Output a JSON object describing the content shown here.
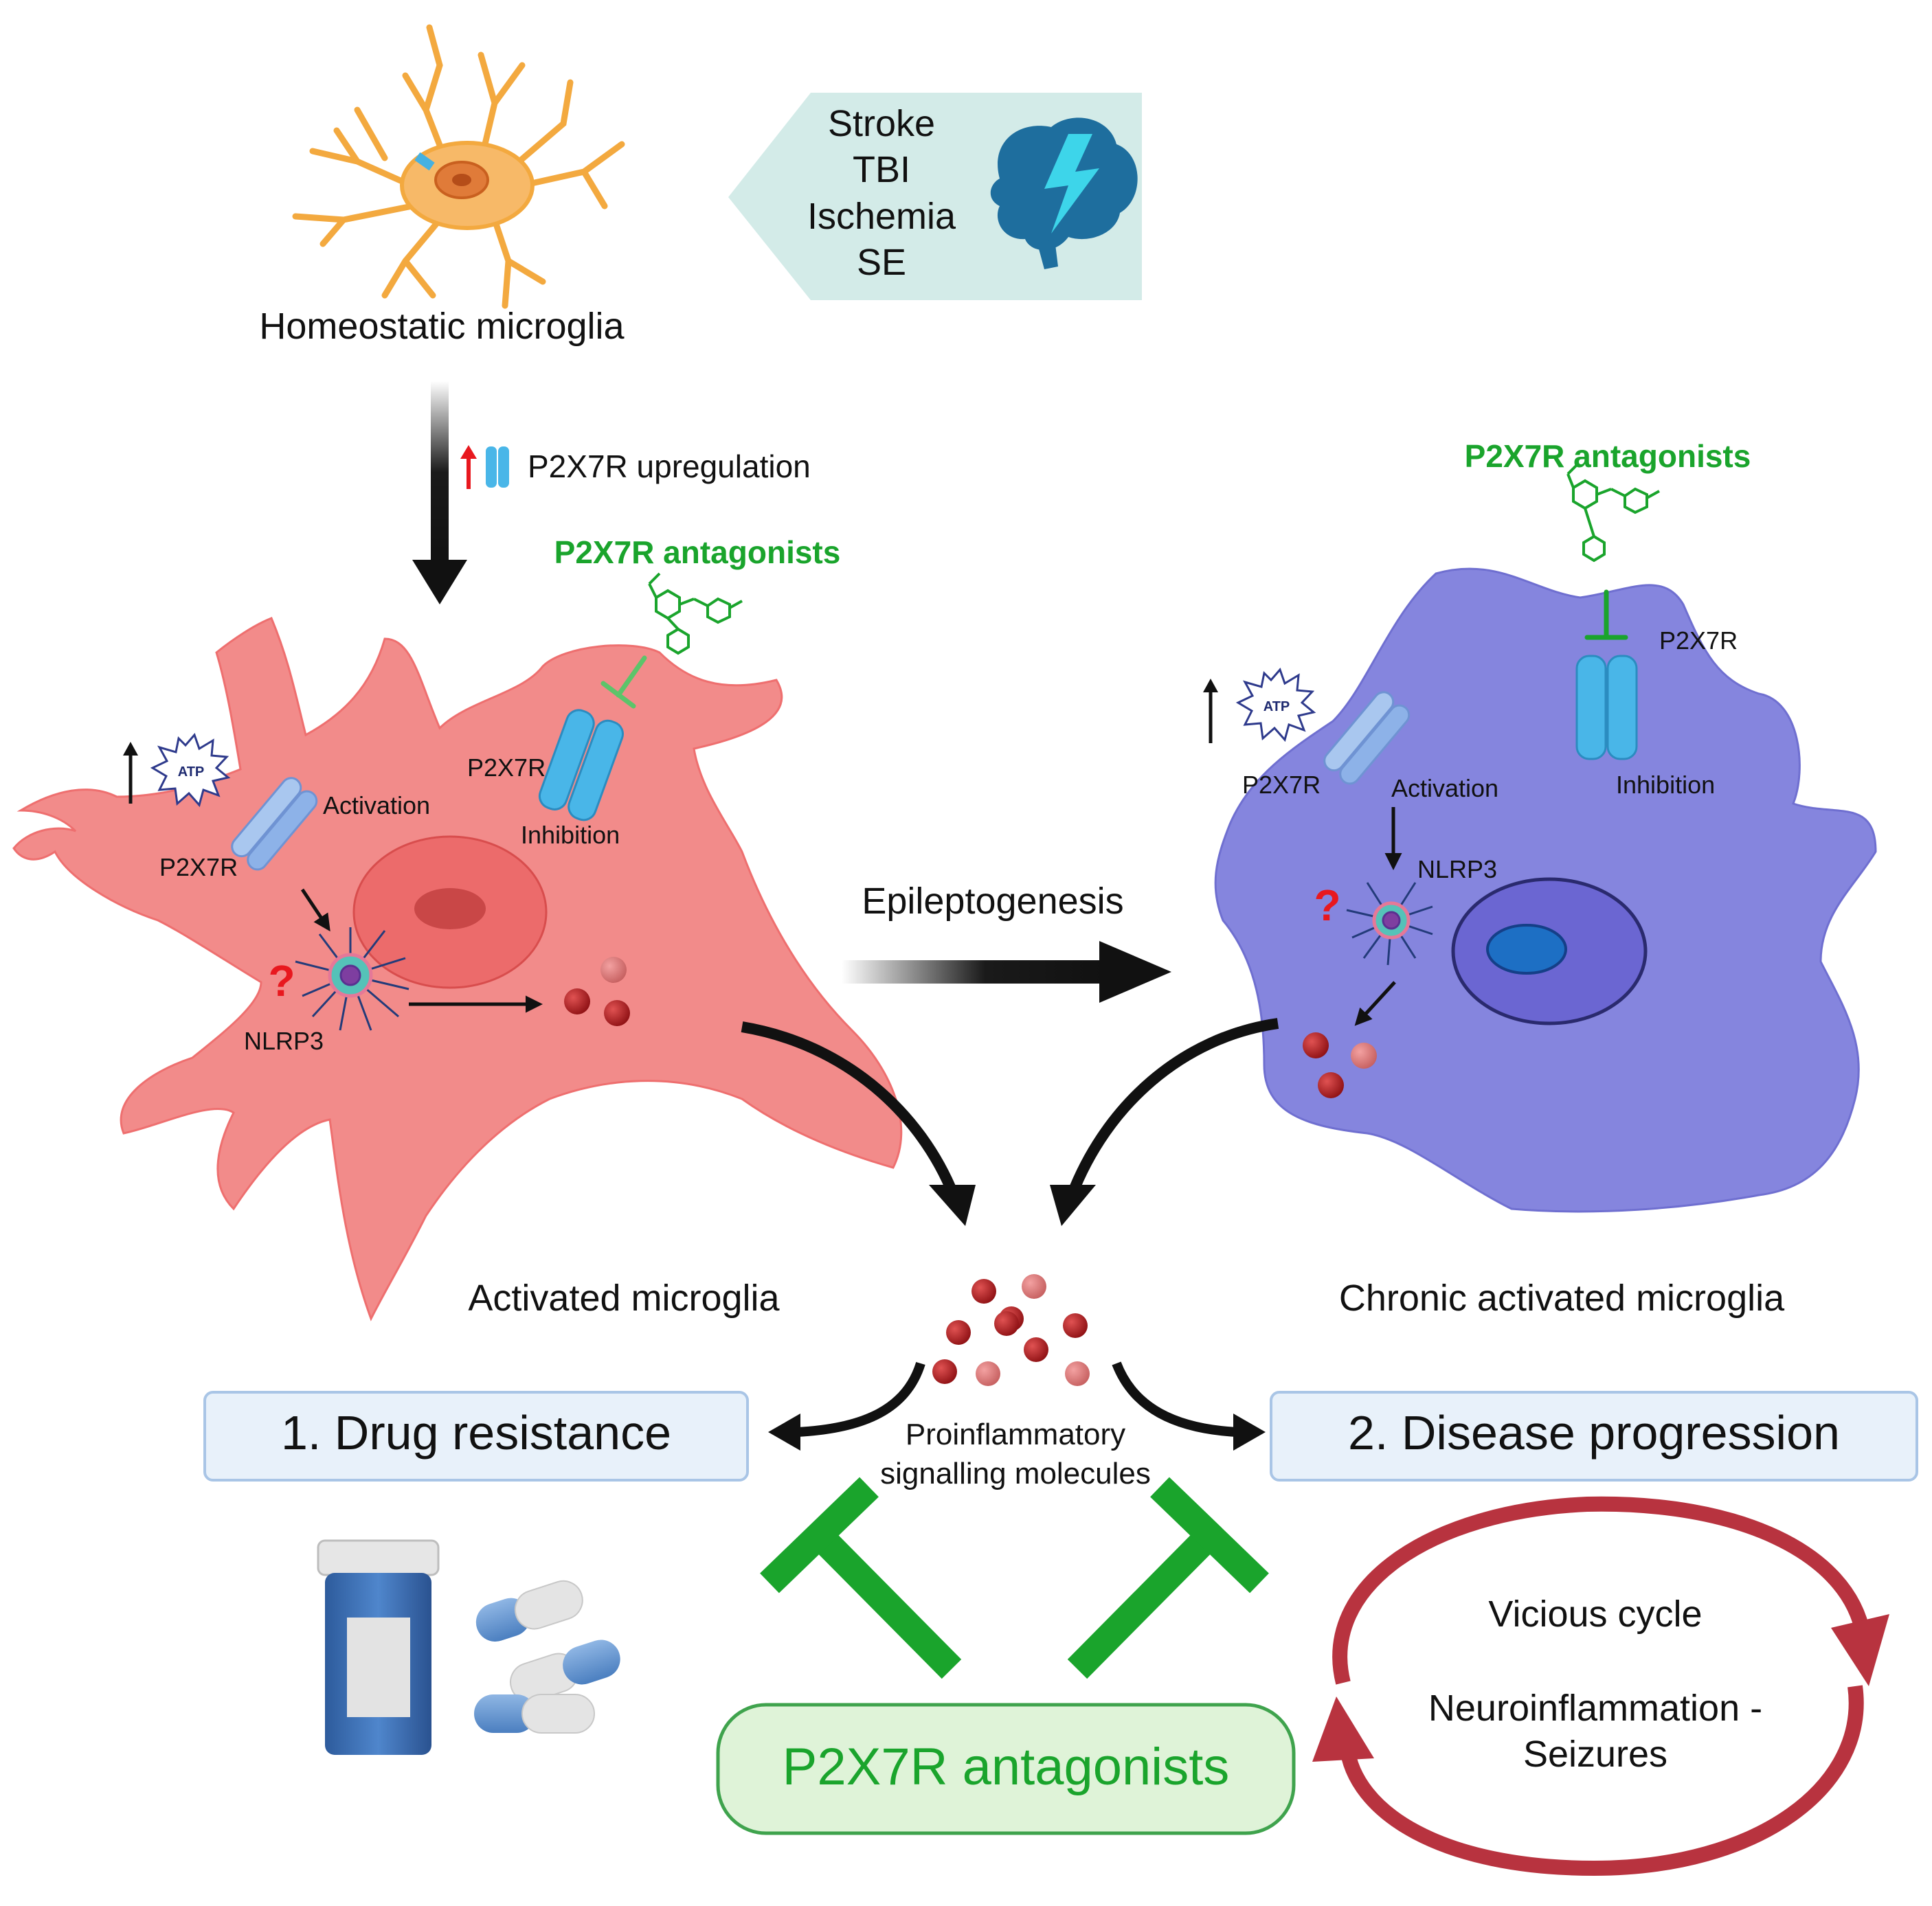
{
  "insults": {
    "items": [
      "Stroke",
      "TBI",
      "Ischemia",
      "SE"
    ]
  },
  "homeostatic": {
    "label": "Homeostatic microglia"
  },
  "upregulation": {
    "label": "P2X7R upregulation"
  },
  "activated": {
    "label": "Activated microglia",
    "antagonists_label": "P2X7R antagonists",
    "receptor_left_label": "P2X7R",
    "receptor_right_label": "P2X7R",
    "activation_label": "Activation",
    "inhibition_label": "Inhibition",
    "nlrp3_label": "NLRP3",
    "atp_label": "ATP",
    "question_mark": "?"
  },
  "epileptogenesis": {
    "label": "Epileptogenesis"
  },
  "chronic": {
    "label": "Chronic activated microglia",
    "antagonists_label": "P2X7R antagonists",
    "receptor_left_label": "P2X7R",
    "receptor_right_label": "P2X7R",
    "activation_label": "Activation",
    "inhibition_label": "Inhibition",
    "nlrp3_label": "NLRP3",
    "atp_label": "ATP",
    "question_mark": "?"
  },
  "molecules": {
    "line1": "Proinflammatory",
    "line2": "signalling molecules"
  },
  "outcomes": {
    "drug_resistance": "1. Drug resistance",
    "disease_progression": "2. Disease progression"
  },
  "therapy": {
    "label": "P2X7R antagonists"
  },
  "cycle": {
    "title": "Vicious cycle",
    "line1": "Neuroinflammation -",
    "line2": "Seizures"
  },
  "colors": {
    "activated_cell": "#f08c8c",
    "chronic_cell": "#8585de",
    "homeostatic_cell": "#f7b968",
    "green": "#1aa42c",
    "cycle_red": "#b8333f",
    "receptor_blue": "#6aaee8",
    "box_blue": "#e8f1fa",
    "box_green": "#dff3d8"
  }
}
